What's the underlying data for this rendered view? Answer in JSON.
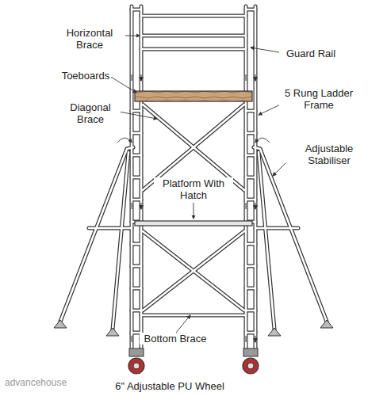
{
  "diagram": {
    "labels": [
      "Horizontal Brace",
      "Guard Rail",
      "Toeboards",
      "5 Rung Ladder Frame",
      "Diagonal Brace",
      "Adjustable Stabiliser",
      "Platform With Hatch",
      "Bottom Brace",
      "6\" Adjustable PU Wheel",
      "advancehouse"
    ]
  }
}
